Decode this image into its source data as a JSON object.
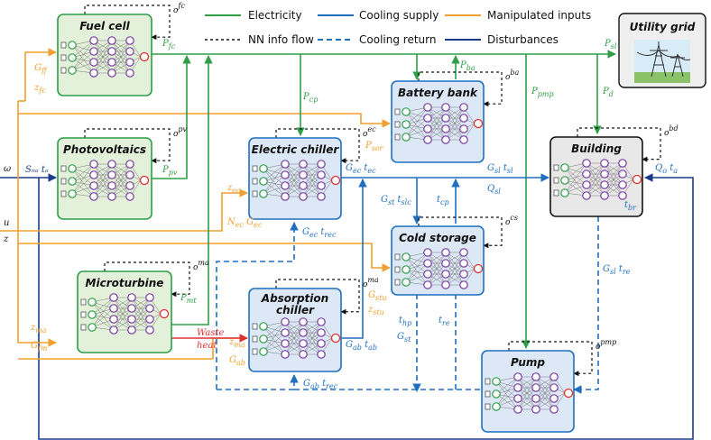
{
  "colors": {
    "electricity": "#2e9e47",
    "nn_info": "#111111",
    "cooling_supply": "#1f6fbf",
    "cooling_return": "#1f6fbf",
    "manipulated": "#f0a030",
    "disturbance": "#1a3a8c",
    "waste_heat": "#e03030",
    "green_block_fill": "#e3f1da",
    "blue_block_fill": "#dce8f6",
    "grey_block_fill": "#e8e8e8"
  },
  "legend": {
    "electricity": "Electricity",
    "nn_info": "NN info flow",
    "cooling_supply": "Cooling supply",
    "cooling_return": "Cooling return",
    "manipulated": "Manipulated inputs",
    "disturbances": "Disturbances"
  },
  "blocks": {
    "fuel_cell": {
      "title": "Fuel cell",
      "obs": "o",
      "obs_sup": "fc"
    },
    "photovoltaics": {
      "title": "Photovoltaics",
      "obs": "o",
      "obs_sup": "pv"
    },
    "microturbine": {
      "title": "Microturbine",
      "obs": "o",
      "obs_sup": "ma"
    },
    "electric_chiller": {
      "title": "Electric chiller",
      "obs": "o",
      "obs_sup": "ec"
    },
    "absorption_chiller": {
      "title_line1": "Absorption",
      "title_line2": "chiller",
      "obs": "o",
      "obs_sup": "ma"
    },
    "battery_bank": {
      "title": "Battery bank",
      "obs": "o",
      "obs_sup": "ba"
    },
    "cold_storage": {
      "title": "Cold storage",
      "obs": "o",
      "obs_sup": "cs"
    },
    "pump": {
      "title": "Pump",
      "obs": "o",
      "obs_sup": "pmp"
    },
    "building": {
      "title": "Building",
      "obs": "o",
      "obs_sup": "bd"
    },
    "utility_grid": {
      "title": "Utility grid"
    }
  },
  "signals": {
    "omega": "ω",
    "u": "u",
    "z": "z",
    "s_na_t_a": "Sₙₐ tₐ",
    "g_ff": "G_ff",
    "z_fc": "z_fc",
    "p_fc": "P_fc",
    "p_pv": "P_pv",
    "p_mt": "P_mt",
    "p_cp": "P_cp",
    "p_ba": "P_ba",
    "p_sor": "P_sor",
    "p_pmp": "P_pmp",
    "p_sl": "P_sl",
    "p_d": "P_d",
    "z_ec": "z_ec",
    "n_ec_g_ec": "N_ec G_ec",
    "g_ec_t_ec": "G_ec t_ec",
    "g_ec_t_rec": "G_ec t_rec",
    "g_sl_t_sl": "G_sl t_sl",
    "q_sl": "Q_sl",
    "g_st_t_slc": "G_st t_slc",
    "t_cp": "t_cp",
    "g_stu": "G_stu",
    "z_stu": "z_stu",
    "t_hp": "t_hp",
    "g_st": "G_st",
    "t_re_cs": "t_re",
    "g_sl_t_re": "G_sl t_re",
    "q_o_t_a": "Q_o t_a",
    "t_br": "t_br",
    "z_ma": "z_ma",
    "g_fm": "G_fm",
    "waste": "Waste",
    "heat": "heat",
    "z_ma2": "z_ma",
    "g_ab_in": "G_ab",
    "g_ab_t_ab": "G_ab t_ab",
    "g_ab_t_rec": "G_ab t_rec"
  }
}
